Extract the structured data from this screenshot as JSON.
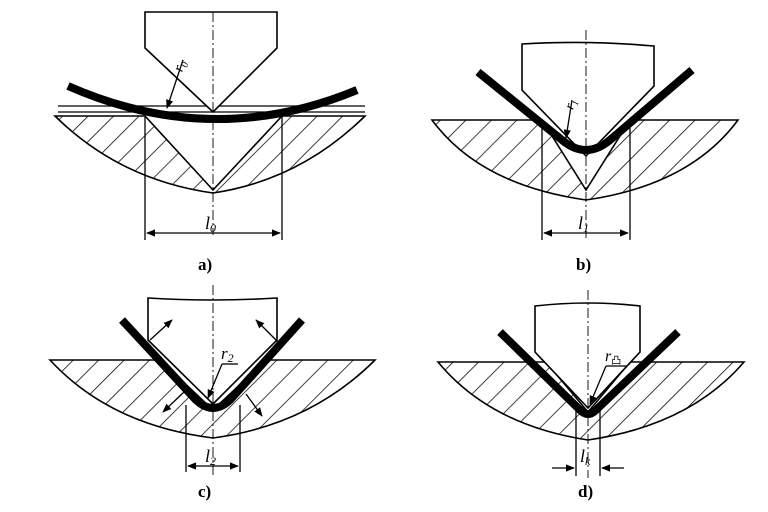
{
  "panels": {
    "a": {
      "caption": "a)",
      "dim_symbol": "l",
      "dim_sub": "0",
      "radius_symbol": "r",
      "radius_sub": "0"
    },
    "b": {
      "caption": "b)",
      "dim_symbol": "l",
      "dim_sub": "1",
      "radius_symbol": "r",
      "radius_sub": "1"
    },
    "c": {
      "caption": "c)",
      "dim_symbol": "l",
      "dim_sub": "2",
      "radius_symbol": "r",
      "radius_sub": "2"
    },
    "d": {
      "caption": "d)",
      "dim_symbol": "l",
      "dim_sub": "k",
      "radius_symbol": "r",
      "radius_sub": "凸"
    }
  },
  "colors": {
    "ink": "#000000",
    "background": "#ffffff"
  }
}
